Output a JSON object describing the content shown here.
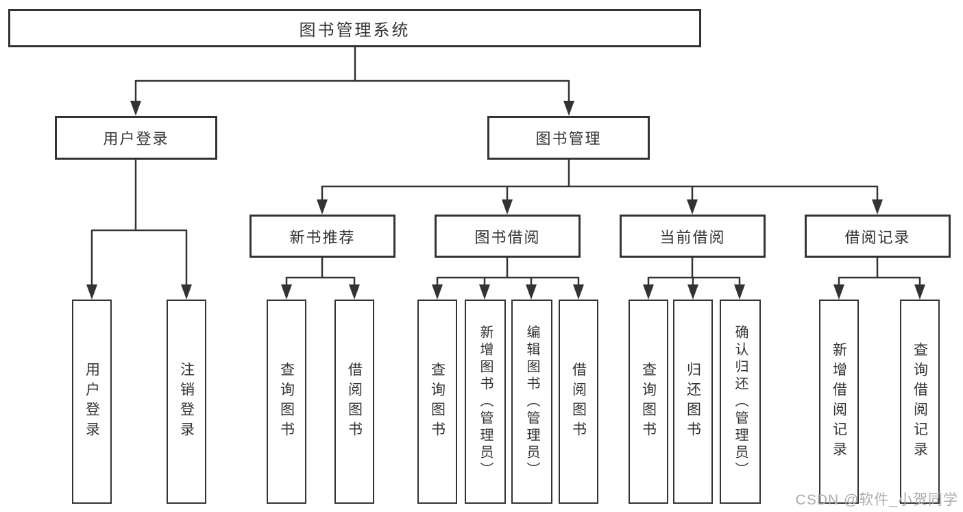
{
  "diagram": {
    "root": {
      "label": "图书管理系统"
    },
    "level1": [
      {
        "label": "用户登录"
      },
      {
        "label": "图书管理"
      }
    ],
    "level2": [
      {
        "label": "新书推荐"
      },
      {
        "label": "图书借阅"
      },
      {
        "label": "当前借阅"
      },
      {
        "label": "借阅记录"
      }
    ],
    "leaves": {
      "user_login": [
        {
          "label": "用户登录"
        },
        {
          "label": "注销登录"
        }
      ],
      "new_books": [
        {
          "label": "查询图书"
        },
        {
          "label": "借阅图书"
        }
      ],
      "book_borrow": [
        {
          "label": "查询图书"
        },
        {
          "label": "新增图书（管理员）"
        },
        {
          "label": "编辑图书（管理员）"
        },
        {
          "label": "借阅图书"
        }
      ],
      "current_borrow": [
        {
          "label": "查询图书"
        },
        {
          "label": "归还图书"
        },
        {
          "label": "确认归还（管理员）"
        }
      ],
      "borrow_records": [
        {
          "label": "新增借阅记录"
        },
        {
          "label": "查询借阅记录"
        }
      ]
    }
  },
  "watermark": {
    "text": "CSDN @软件_小贺同学"
  },
  "colors": {
    "line": "#333333",
    "border": "#333333",
    "text": "#333333",
    "background": "#ffffff",
    "watermark": "#ababab"
  }
}
